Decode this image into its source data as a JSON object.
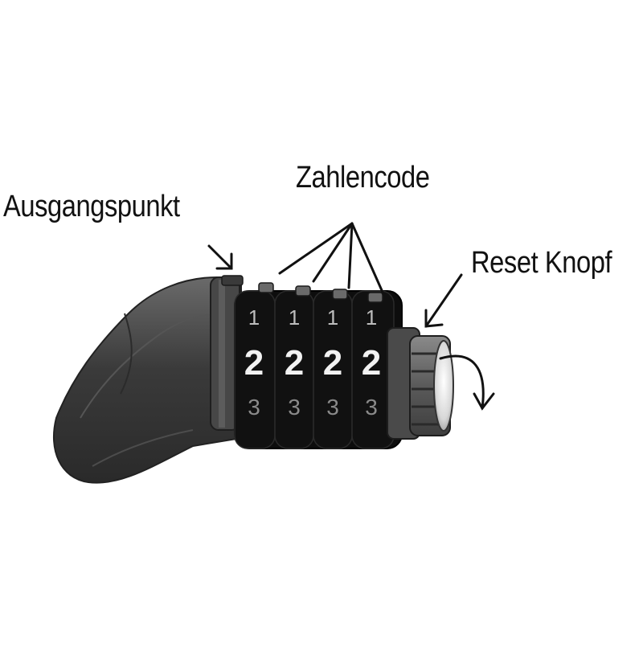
{
  "labels": {
    "start_point": "Ausgangspunkt",
    "code": "Zahlencode",
    "reset": "Reset Knopf"
  },
  "dials": [
    {
      "top": "1",
      "middle": "2",
      "bottom": "3"
    },
    {
      "top": "1",
      "middle": "2",
      "bottom": "3"
    },
    {
      "top": "1",
      "middle": "2",
      "bottom": "3"
    },
    {
      "top": "1",
      "middle": "2",
      "bottom": "3"
    }
  ],
  "colors": {
    "grip": "#3d3d3d",
    "dial": "#0d0d0d",
    "knob": "#5a5a5a",
    "digit": "#f2f2f2",
    "ink": "#111111"
  }
}
